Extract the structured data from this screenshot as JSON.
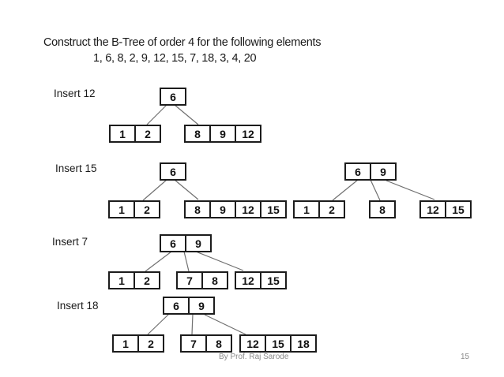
{
  "title": {
    "line1": "Construct the B-Tree of order 4 for the following elements",
    "line2": "1, 6, 8, 2, 9, 12, 15, 7, 18, 3, 4, 20"
  },
  "steps": [
    {
      "label": "Insert 12"
    },
    {
      "label": "Insert 15"
    },
    {
      "label": "Insert 7"
    },
    {
      "label": "Insert 18"
    }
  ],
  "trees": {
    "insert12": {
      "root": [
        "6"
      ],
      "children": [
        [
          "1",
          "2"
        ],
        [
          "8",
          "9",
          "12"
        ]
      ]
    },
    "insert15_before_split": {
      "root": [
        "6"
      ],
      "children": [
        [
          "1",
          "2"
        ],
        [
          "8",
          "9",
          "12",
          "15"
        ]
      ]
    },
    "insert15_after_split": {
      "root": [
        "6",
        "9"
      ],
      "children": [
        [
          "1",
          "2"
        ],
        [
          "8"
        ],
        [
          "12",
          "15"
        ]
      ]
    },
    "insert7": {
      "root": [
        "6",
        "9"
      ],
      "children": [
        [
          "1",
          "2"
        ],
        [
          "7",
          "8"
        ],
        [
          "12",
          "15"
        ]
      ]
    },
    "insert18": {
      "root": [
        "6",
        "9"
      ],
      "children": [
        [
          "1",
          "2"
        ],
        [
          "7",
          "8"
        ],
        [
          "12",
          "15",
          "18"
        ]
      ]
    }
  },
  "footer": {
    "author": "By Prof. Raj Sarode",
    "page_number": "15"
  },
  "colors": {
    "box_border": "#1c1c1c",
    "edge_line": "#707070",
    "footer_text": "#8a8a8a",
    "background": "#ffffff"
  }
}
